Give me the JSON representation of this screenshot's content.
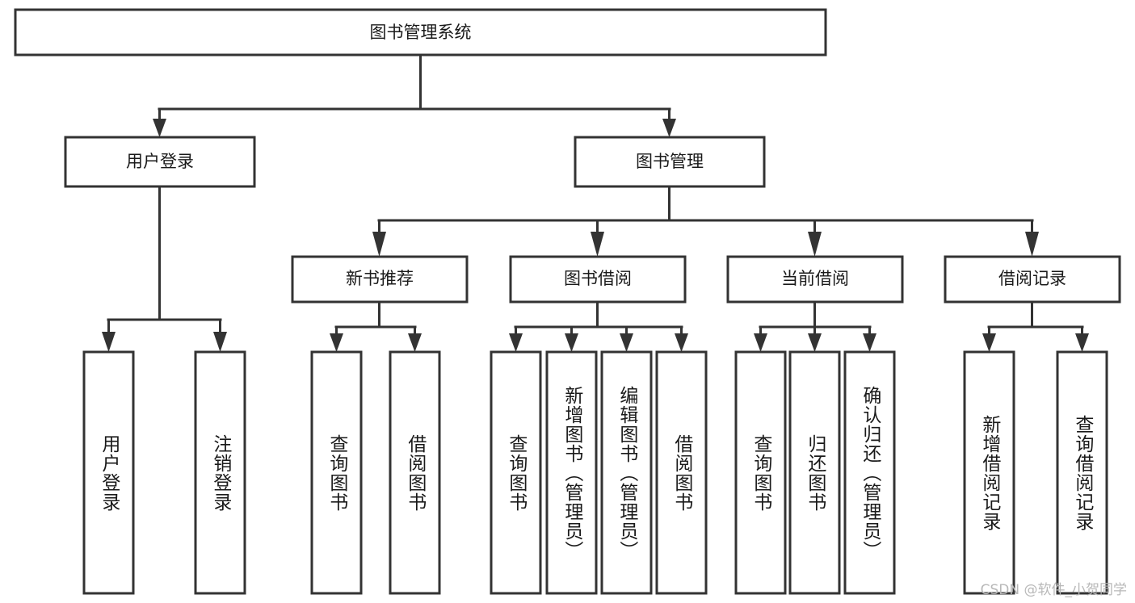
{
  "diagram": {
    "title": "图书管理系统",
    "type": "tree",
    "colors": {
      "stroke": "#333333",
      "fill": "#ffffff",
      "text": "#1a1a1a",
      "watermark": "#b8b8b8",
      "background": "#ffffff"
    },
    "root": {
      "label": "图书管理系统"
    },
    "level1": [
      {
        "label": "用户登录"
      },
      {
        "label": "图书管理"
      }
    ],
    "level2": [
      {
        "label": "新书推荐"
      },
      {
        "label": "图书借阅"
      },
      {
        "label": "当前借阅"
      },
      {
        "label": "借阅记录"
      }
    ],
    "leaves": {
      "user_login": [
        {
          "label": "用户登录"
        },
        {
          "label": "注销登录"
        }
      ],
      "new_book_recommend": [
        {
          "label": "查询图书"
        },
        {
          "label": "借阅图书"
        }
      ],
      "book_borrow": [
        {
          "label": "查询图书"
        },
        {
          "label": "新增图书（管理员）"
        },
        {
          "label": "编辑图书（管理员）"
        },
        {
          "label": "借阅图书"
        }
      ],
      "current_borrow": [
        {
          "label": "查询图书"
        },
        {
          "label": "归还图书"
        },
        {
          "label": "确认归还（管理员）"
        }
      ],
      "borrow_records": [
        {
          "label": "新增借阅记录"
        },
        {
          "label": "查询借阅记录"
        }
      ]
    },
    "watermark": "CSDN @软件_小贺同学"
  }
}
